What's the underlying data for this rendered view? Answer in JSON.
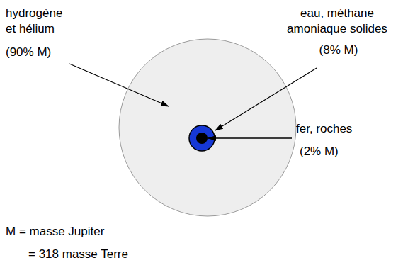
{
  "diagram": {
    "labels": [
      "hydrogène et hélium",
      "(90% M)",
      "eau, méthane amoniaque solides",
      "(8% M)",
      "fer, roches",
      "(2% M)",
      "M = masse Jupiter",
      "= 318 masse Terre"
    ]
  }
}
